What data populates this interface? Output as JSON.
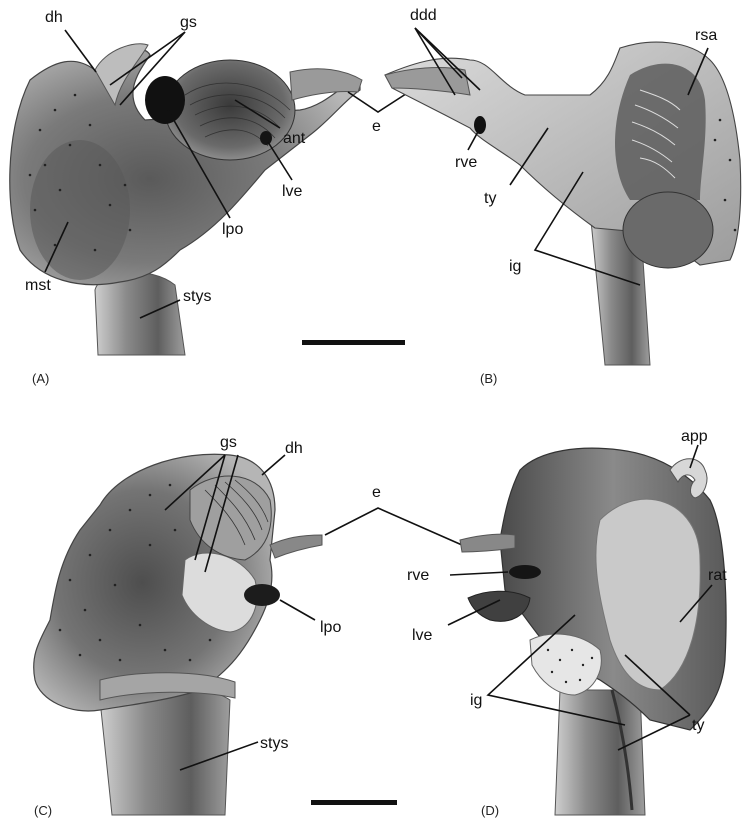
{
  "panels": {
    "A": "(A)",
    "B": "(B)",
    "C": "(C)",
    "D": "(D)"
  },
  "labels": {
    "A": {
      "dh": "dh",
      "gs": "gs",
      "ant": "ant",
      "lve": "lve",
      "lpo": "lpo",
      "mst": "mst",
      "stys": "stys",
      "e": "e"
    },
    "B": {
      "ddd": "ddd",
      "rsa": "rsa",
      "rve": "rve",
      "ty": "ty",
      "ig": "ig"
    },
    "C": {
      "gs": "gs",
      "dh": "dh",
      "e": "e",
      "lpo": "lpo",
      "stys": "stys"
    },
    "D": {
      "app": "app",
      "rve": "rve",
      "rat": "rat",
      "lve": "lve",
      "ig": "ig",
      "ty": "ty"
    }
  },
  "colors": {
    "dark": "#2b2b2b",
    "mid": "#6e6e6e",
    "light": "#a9a9a9",
    "pale": "#d8d8d8"
  }
}
